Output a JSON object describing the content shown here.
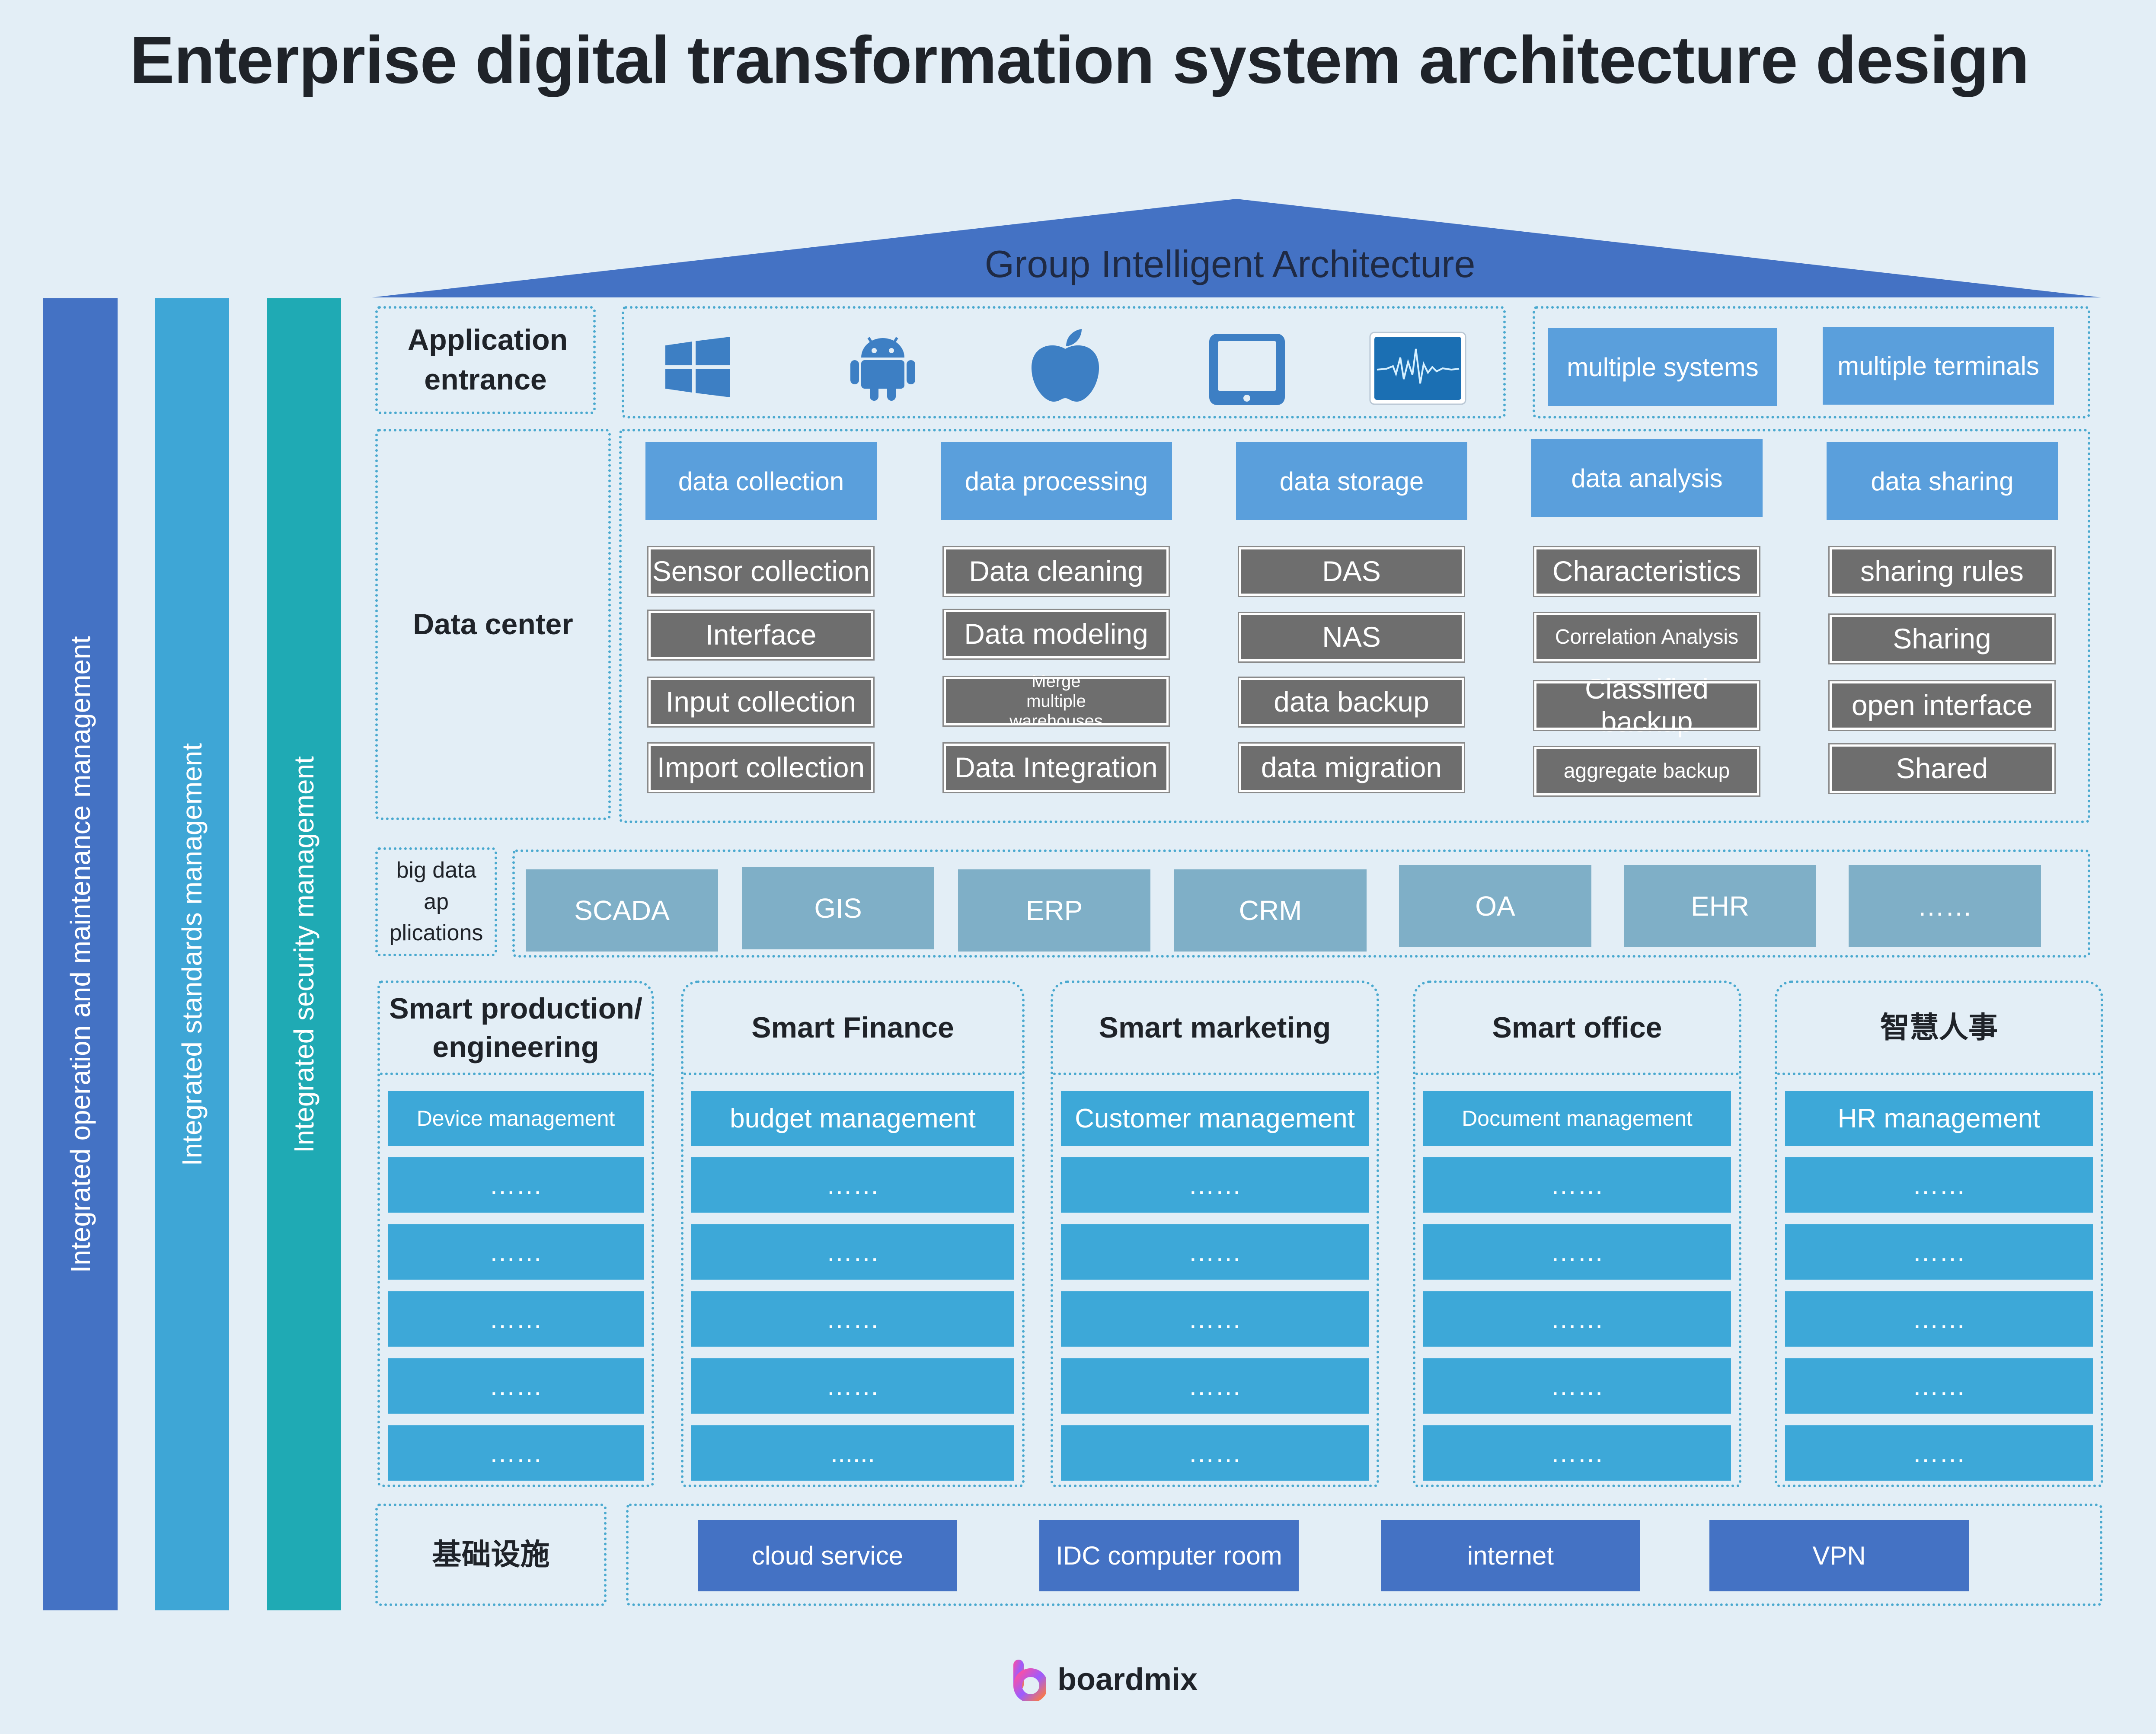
{
  "title": "Enterprise digital transformation system architecture design",
  "roof_label": "Group Intelligent Architecture",
  "pillars": [
    {
      "label": "Integrated operation and maintenance management",
      "color": "#4472c4"
    },
    {
      "label": "Integrated standards management",
      "color": "#3ea6d6"
    },
    {
      "label": "Integrated security management",
      "color": "#1faab4"
    }
  ],
  "app_entrance": {
    "label": "Application entrance",
    "icons": [
      "windows-icon",
      "android-icon",
      "apple-icon",
      "tablet-icon",
      "waveform-monitor-icon"
    ],
    "boxes": [
      "multiple systems",
      "multiple terminals"
    ]
  },
  "data_center": {
    "label": "Data center",
    "columns": [
      {
        "header": "data collection",
        "items": [
          "Sensor collection",
          "Interface",
          "Input collection",
          "Import collection"
        ]
      },
      {
        "header": "data processing",
        "items": [
          "Data cleaning",
          "Data modeling",
          "Merge multiple warehouses",
          "Data Integration"
        ]
      },
      {
        "header": "data storage",
        "items": [
          "DAS",
          "NAS",
          "data backup",
          "data migration"
        ]
      },
      {
        "header": "data analysis",
        "items": [
          "Characteristics",
          "Correlation Analysis",
          "Classified backup",
          "aggregate backup"
        ]
      },
      {
        "header": "data sharing",
        "items": [
          "sharing rules",
          "Sharing",
          "open interface",
          "Shared"
        ]
      }
    ]
  },
  "big_data": {
    "label": "big data ap plications",
    "items": [
      "SCADA",
      "GIS",
      "ERP",
      "CRM",
      "OA",
      "EHR",
      "……"
    ]
  },
  "smart": [
    {
      "title": "Smart production/ engineering",
      "rows": [
        "Device management",
        "……",
        "……",
        "……",
        "……",
        "……"
      ]
    },
    {
      "title": "Smart Finance",
      "rows": [
        "budget management",
        "……",
        "……",
        "……",
        "……",
        "......"
      ]
    },
    {
      "title": "Smart marketing",
      "rows": [
        "Customer management",
        "……",
        "……",
        "……",
        "……",
        "……"
      ]
    },
    {
      "title": "Smart office",
      "rows": [
        "Document management",
        "……",
        "……",
        "……",
        "……",
        "……"
      ]
    },
    {
      "title": "智慧人事",
      "rows": [
        "HR management",
        "……",
        "……",
        "……",
        "……",
        "……"
      ]
    }
  ],
  "infrastructure": {
    "label": "基础设施",
    "items": [
      "cloud service",
      "IDC computer room",
      "internet",
      "VPN"
    ]
  },
  "footer": {
    "brand": "boardmix"
  },
  "colors": {
    "background": "#e3eef6",
    "roof": "#4472c4",
    "header_blue": "#5a9fdc",
    "item_gray": "#6e6e6e",
    "bigdata": "#7fafc7",
    "smart_row": "#3da8d8",
    "infra": "#4472c4",
    "dotted_border": "#4aa9cf"
  }
}
